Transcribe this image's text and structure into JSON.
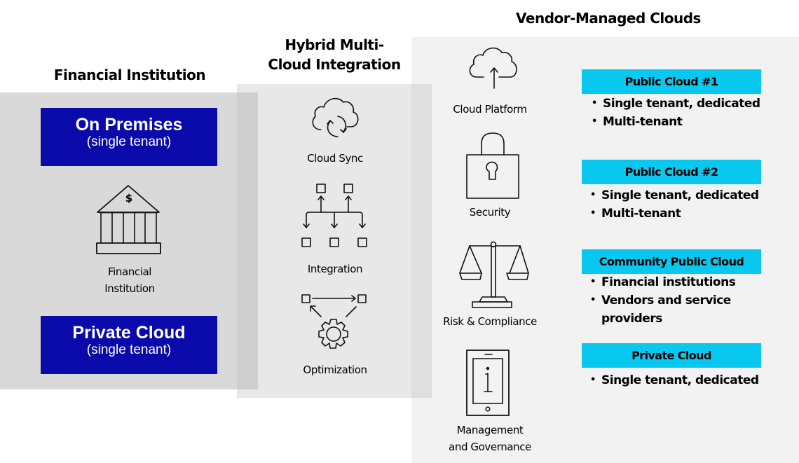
{
  "columns": {
    "financial_institution": {
      "heading": "Financial Institution",
      "on_premises": {
        "title": "On Premises",
        "subtitle": "(single tenant)"
      },
      "institution_icon": {
        "icon": "bank-icon",
        "symbol": "$",
        "label_line1": "Financial",
        "label_line2": "Institution"
      },
      "private_cloud": {
        "title": "Private Cloud",
        "subtitle": "(single tenant)"
      },
      "box_color": "#0a0aab"
    },
    "hybrid": {
      "heading_line1": "Hybrid Multi-",
      "heading_line2": "Cloud Integration",
      "items": [
        {
          "icon": "cloud-sync-icon",
          "label": "Cloud Sync"
        },
        {
          "icon": "integration-icon",
          "label": "Integration"
        },
        {
          "icon": "optimization-gear-icon",
          "label": "Optimization"
        }
      ]
    },
    "vendor": {
      "heading": "Vendor-Managed Clouds",
      "capabilities": [
        {
          "icon": "cloud-upload-icon",
          "label_line1": "Cloud Platform",
          "label_line2": ""
        },
        {
          "icon": "lock-icon",
          "label_line1": "Security",
          "label_line2": ""
        },
        {
          "icon": "scales-icon",
          "label_line1": "Risk & Compliance",
          "label_line2": ""
        },
        {
          "icon": "tablet-info-icon",
          "label_line1": "Management",
          "label_line2": "and Governance"
        }
      ],
      "cloud_types": [
        {
          "title": "Public Cloud #1",
          "bullets": [
            "Single tenant, dedicated",
            "Multi-tenant"
          ]
        },
        {
          "title": "Public Cloud #2",
          "bullets": [
            "Single tenant, dedicated",
            "Multi-tenant"
          ]
        },
        {
          "title": "Community Public Cloud",
          "bullets": [
            "Financial institutions",
            "Vendors and service",
            "providers"
          ]
        },
        {
          "title": "Private Cloud",
          "bullets": [
            "Single tenant, dedicated"
          ]
        }
      ],
      "box_color": "#08c8f0"
    }
  }
}
